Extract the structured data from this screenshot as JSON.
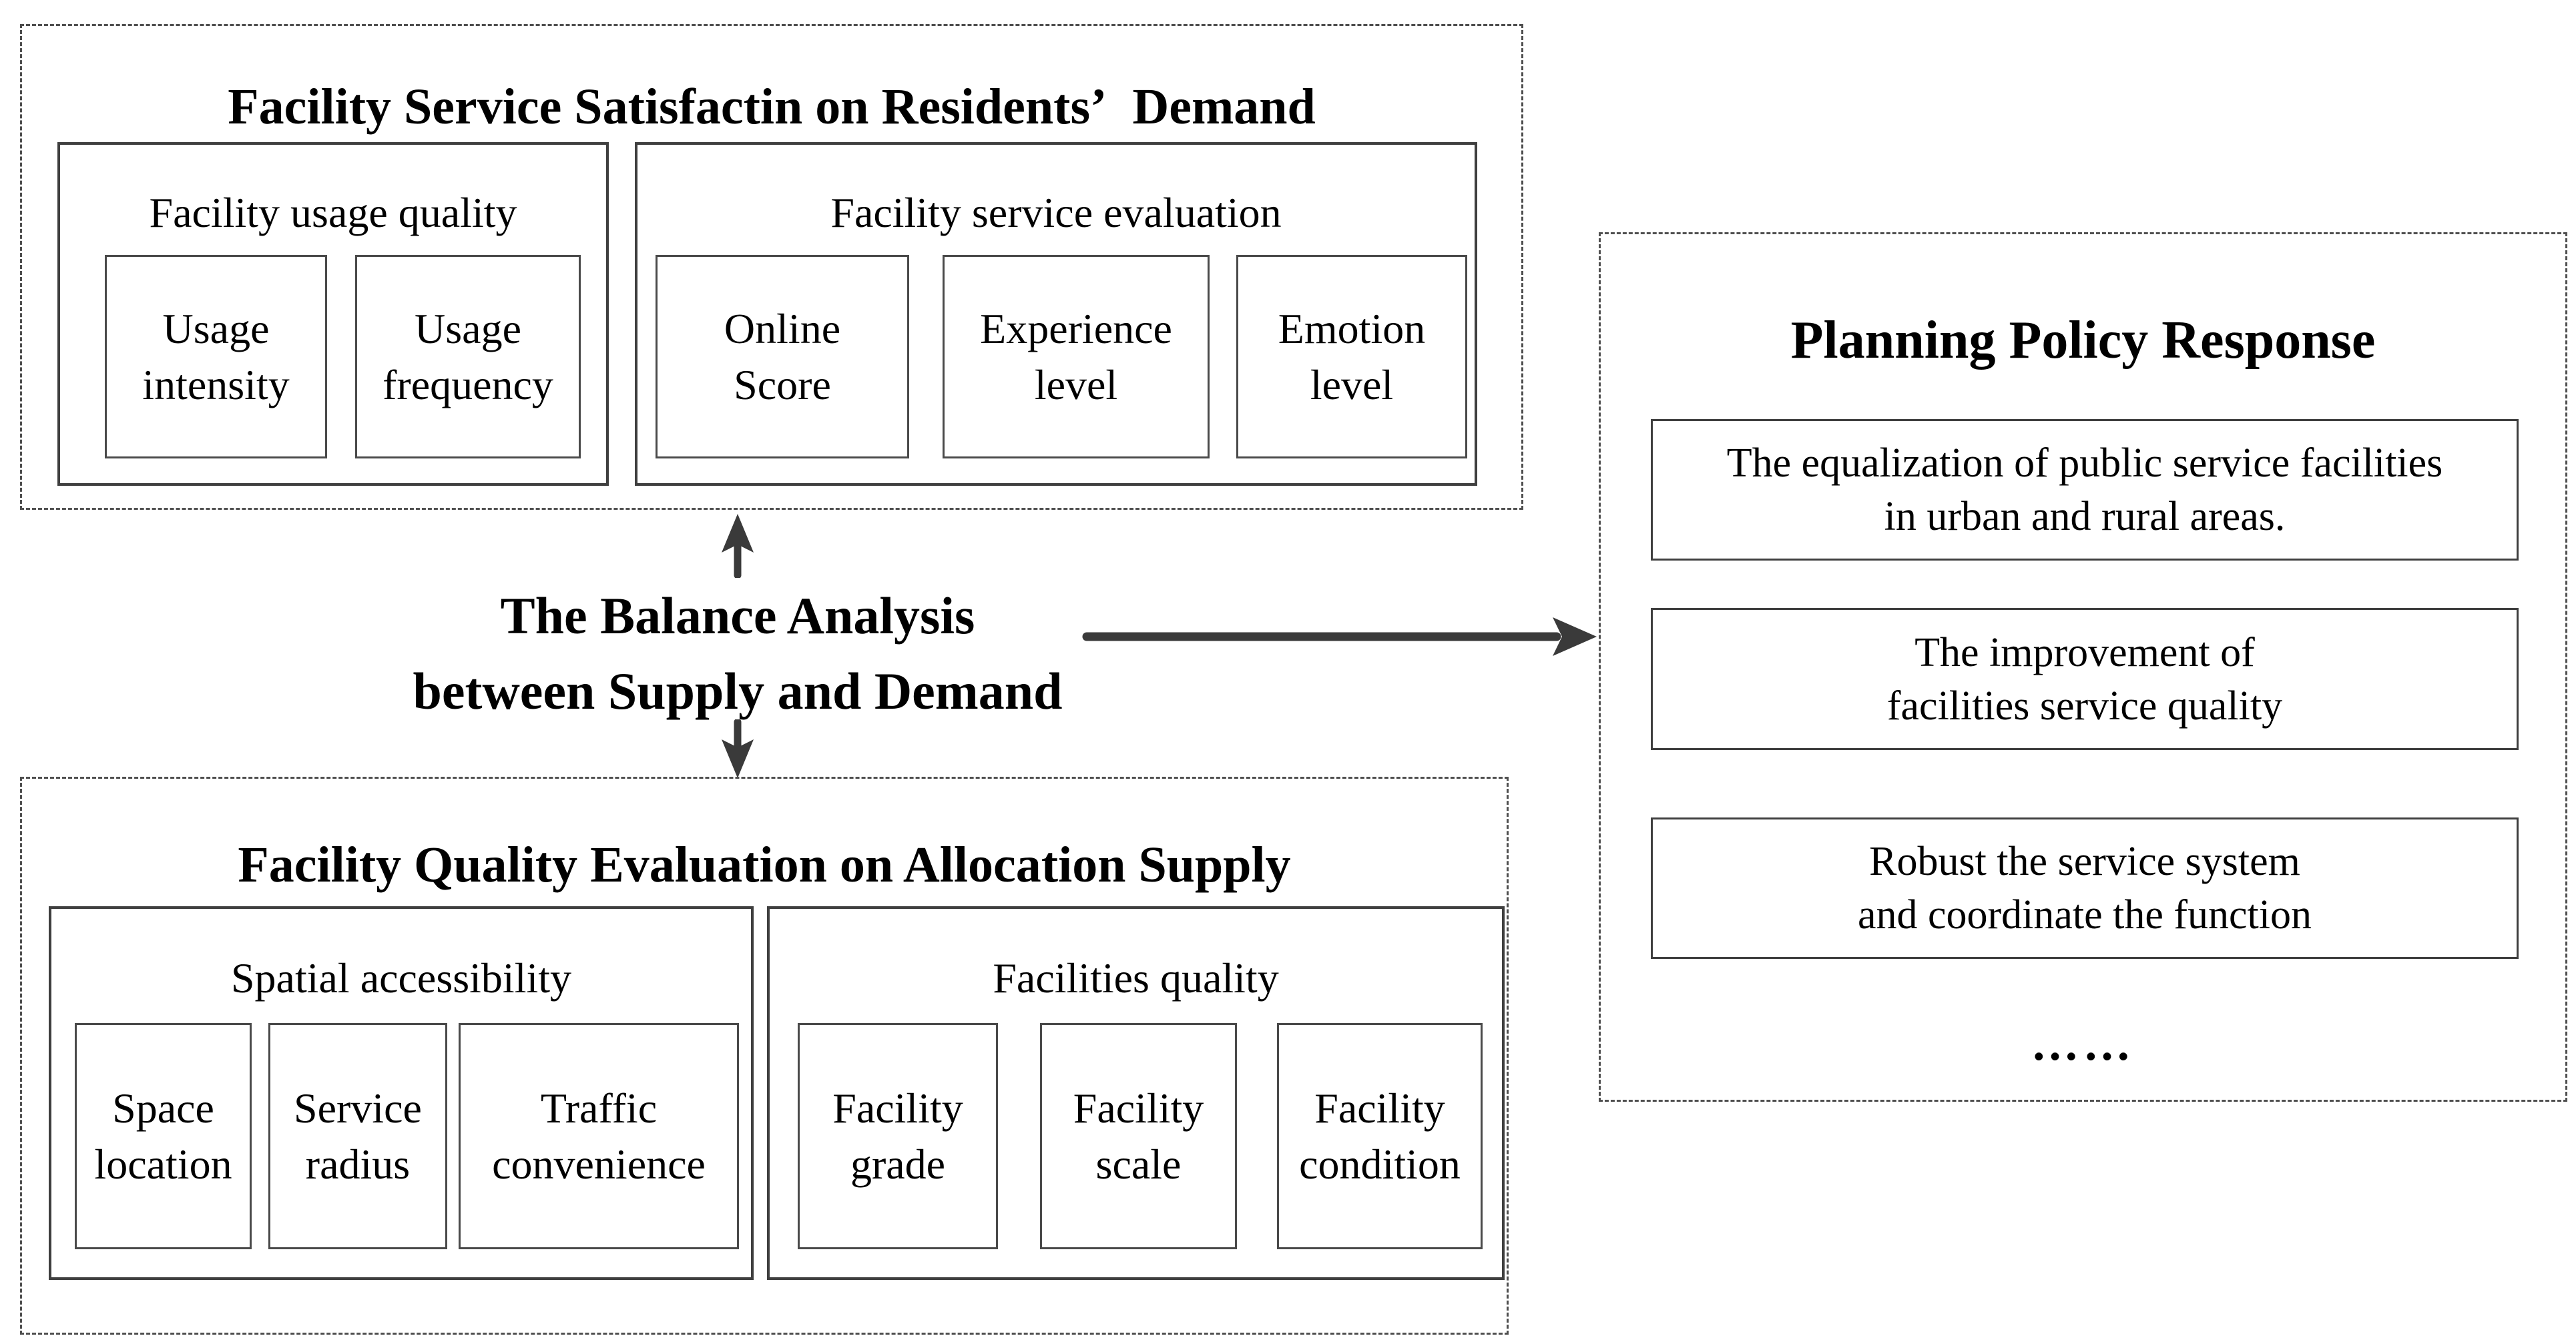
{
  "colors": {
    "background": "#ffffff",
    "text": "#000000",
    "solid_border": "#3f3f3f",
    "leaf_border": "#4a4a4a",
    "dashed_border": "#4f4f4f",
    "arrow": "#3a3a3a"
  },
  "demand_panel": {
    "title": "Facility Service Satisfactin on Residents’ Demand",
    "usage_group": {
      "label": "Facility usage quality",
      "items": [
        "Usage\nintensity",
        "Usage\nfrequency"
      ]
    },
    "evaluation_group": {
      "label": "Facility service evaluation",
      "items": [
        "Online\nScore",
        "Experience\nlevel",
        "Emotion\nlevel"
      ]
    }
  },
  "balance_link": {
    "label": "The Balance Analysis\nbetween Supply and Demand"
  },
  "supply_panel": {
    "title": "Facility Quality Evaluation on Allocation Supply",
    "accessibility_group": {
      "label": "Spatial accessibility",
      "items": [
        "Space\nlocation",
        "Service\nradius",
        "Traffic\nconvenience"
      ]
    },
    "quality_group": {
      "label": "Facilities quality",
      "items": [
        "Facility\ngrade",
        "Facility\nscale",
        "Facility\ncondition"
      ]
    }
  },
  "policy_panel": {
    "title": "Planning Policy Response",
    "items": [
      "The equalization of public service facilities\nin urban and rural areas.",
      "The improvement of\nfacilities service quality",
      "Robust the service system\nand coordinate the function"
    ],
    "ellipsis": "……"
  }
}
